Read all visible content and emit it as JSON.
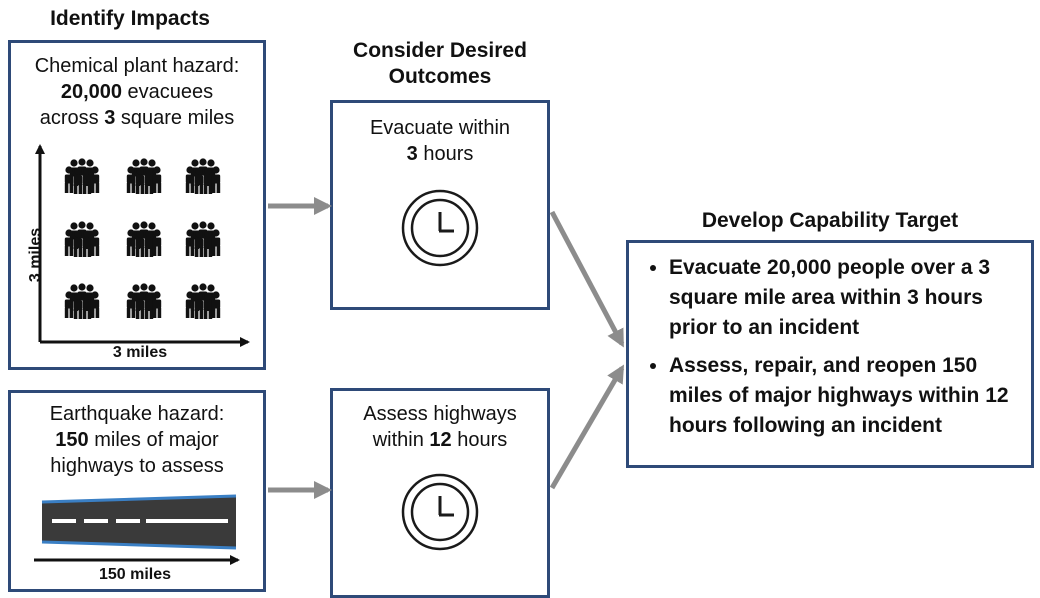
{
  "headers": {
    "impacts": "Identify Impacts",
    "outcomes_line1": "Consider Desired",
    "outcomes_line2": "Outcomes",
    "target": "Develop Capability Target"
  },
  "chemical": {
    "line1": "Chemical plant hazard:",
    "count": "20,000",
    "line2_rest": " evacuees",
    "line3_pre": "across ",
    "miles_num": "3",
    "line3_post": " square miles",
    "y_axis_label": "3 miles",
    "x_axis_label": "3 miles"
  },
  "earthquake": {
    "line1": "Earthquake hazard:",
    "count": "150",
    "line2_rest": " miles of major",
    "line3": "highways to assess",
    "axis_label": "150 miles"
  },
  "outcome_evacuate": {
    "line1": "Evacuate within",
    "num": "3",
    "unit": " hours"
  },
  "outcome_assess": {
    "line1": "Assess highways",
    "pre": "within ",
    "num": "12",
    "unit": " hours"
  },
  "capability_targets": [
    "Evacuate 20,000 people over a 3 square mile area within 3 hours prior to an incident",
    "Assess, repair, and reopen 150 miles of major highways within 12 hours following an incident"
  ],
  "colors": {
    "box_border": "#2e4a78",
    "arrow": "#8c8c8c",
    "road": "#3a3a3a",
    "road_edge": "#3a7fc4"
  },
  "icons": [
    "people-group-icon",
    "clock-icon",
    "road-icon",
    "bullet-icon"
  ]
}
